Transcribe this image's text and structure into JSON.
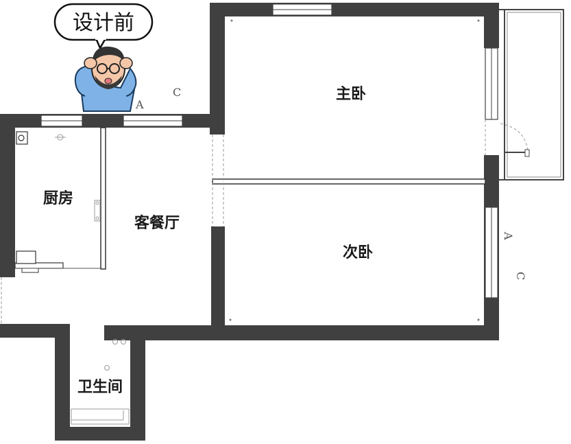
{
  "bubble": {
    "text": "设计前"
  },
  "rooms": {
    "master_bedroom": "主卧",
    "second_bedroom": "次卧",
    "kitchen": "厨房",
    "living_dining": "客餐厅",
    "bathroom": "卫生间"
  },
  "section_marks": {
    "top_a": "A",
    "top_c": "C",
    "right_a": "A",
    "right_c": "C"
  },
  "colors": {
    "wall": "#404040",
    "shirt": "#7fb2e6",
    "background": "#ffffff"
  }
}
